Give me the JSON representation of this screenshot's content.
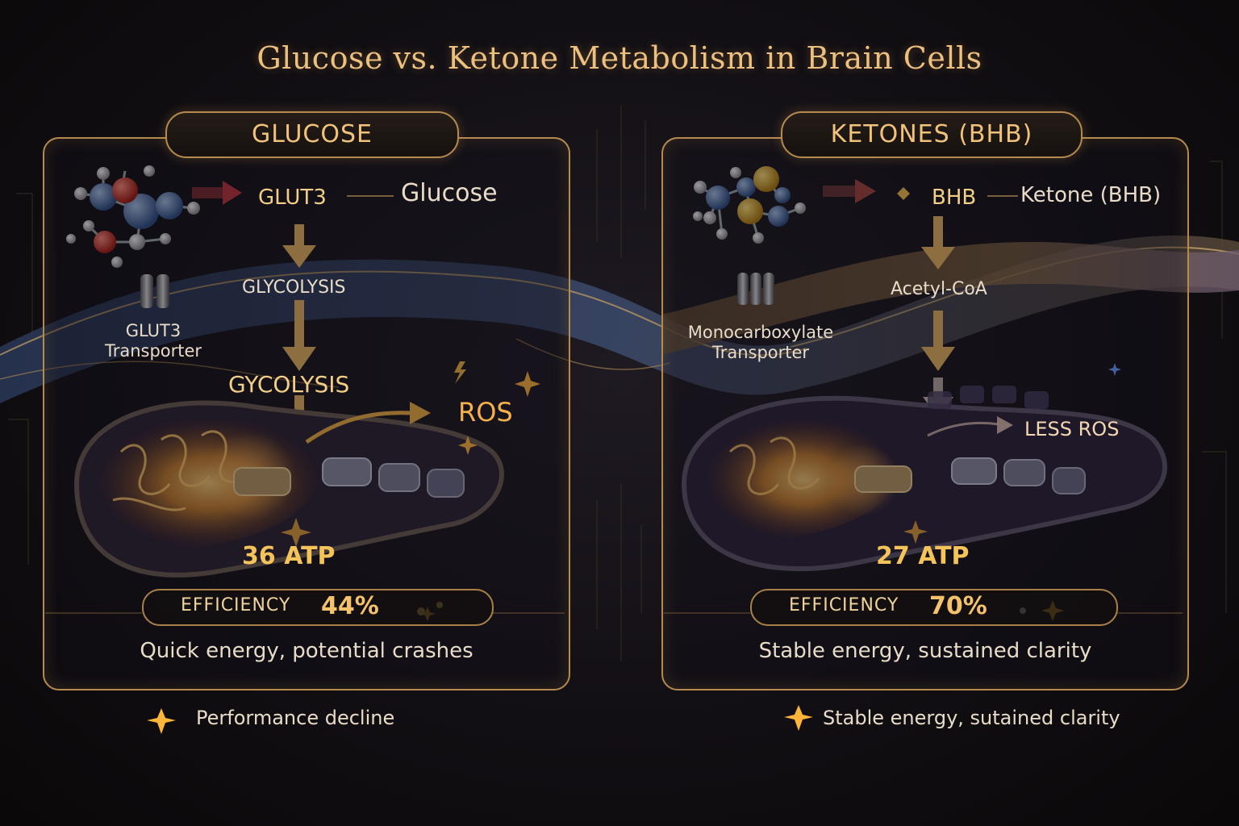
{
  "title": "Glucose vs. Ketone Metabolism in Brain Cells",
  "glucose": {
    "header": "GLUCOSE",
    "transporter_node": "GLUT3",
    "molecule_label": "Glucose",
    "step1": "GLYCOLYSIS",
    "transporter_label_line1": "GLUT3",
    "transporter_label_line2": "Transporter",
    "step2": "GYCOLYSIS",
    "ros": "ROS",
    "atp": "36 ATP",
    "efficiency_label": "EFFICIENCY",
    "efficiency_value": "44%",
    "summary": "Quick energy, potential crashes",
    "footnote": "Performance decline"
  },
  "ketone": {
    "header": "KETONES (BHB)",
    "node": "BHB",
    "molecule_label": "Ketone (BHB)",
    "step1": "Acetyl-CoA",
    "transporter_label_line1": "Monocarboxylate",
    "transporter_label_line2": "Transporter",
    "ros": "LESS ROS",
    "atp": "27 ATP",
    "efficiency_label": "EFFICIENCY",
    "efficiency_value": "70%",
    "summary": "Stable energy, sustained clarity",
    "footnote": "Stable energy, sutained clarity"
  },
  "colors": {
    "gold": "#f2cf86",
    "border": "#b48a4e",
    "glow": "#ffa43a",
    "ros": "#f4b04c",
    "arrow_red": "#a8333a"
  },
  "icons": [
    "glucose-molecule-icon",
    "ketone-molecule-icon",
    "transporter-channel-icon",
    "mitochondrion-icon",
    "sparkle-icon",
    "lightning-icon"
  ]
}
